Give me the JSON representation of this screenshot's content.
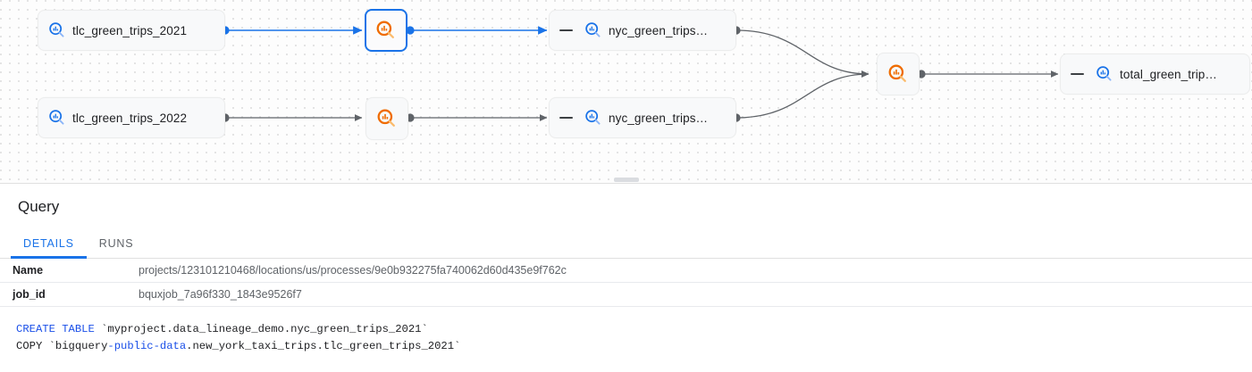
{
  "graph": {
    "nodes": [
      {
        "id": "tlc2021",
        "type": "table",
        "label": "tlc_green_trips_2021",
        "icon": "bigquery-table-icon",
        "selected": false,
        "collapsible": false
      },
      {
        "id": "tlc2022",
        "type": "table",
        "label": "tlc_green_trips_2022",
        "icon": "bigquery-table-icon",
        "selected": false,
        "collapsible": false
      },
      {
        "id": "proc1",
        "type": "process",
        "label": "",
        "icon": "bigquery-process-icon",
        "selected": true,
        "collapsible": false
      },
      {
        "id": "proc2",
        "type": "process",
        "label": "",
        "icon": "bigquery-process-icon",
        "selected": false,
        "collapsible": false
      },
      {
        "id": "nyc1",
        "type": "table",
        "label": "nyc_green_trips…",
        "icon": "bigquery-table-icon",
        "selected": false,
        "collapsible": true
      },
      {
        "id": "nyc2",
        "type": "table",
        "label": "nyc_green_trips…",
        "icon": "bigquery-table-icon",
        "selected": false,
        "collapsible": true
      },
      {
        "id": "proc3",
        "type": "process",
        "label": "",
        "icon": "bigquery-process-icon",
        "selected": false,
        "collapsible": false
      },
      {
        "id": "total",
        "type": "table",
        "label": "total_green_trip…",
        "icon": "bigquery-table-icon",
        "selected": false,
        "collapsible": true
      }
    ],
    "colors": {
      "edge_default": "#5f6368",
      "edge_highlight": "#1a73e8",
      "table_icon": "#1a73e8",
      "process_icon": "#ef6c00",
      "selection": "#1a73e8",
      "node_background": "#f8f9fa"
    }
  },
  "panel": {
    "title": "Query",
    "drag_handle": "resize-handle",
    "tabs": [
      {
        "id": "details",
        "label": "DETAILS",
        "active": true
      },
      {
        "id": "runs",
        "label": "RUNS",
        "active": false
      }
    ],
    "details": [
      {
        "key": "Name",
        "value": "projects/123101210468/locations/us/processes/9e0b932275fa740062d60d435e9f762c"
      },
      {
        "key": "job_id",
        "value": "bquxjob_7a96f330_1843e9526f7"
      }
    ],
    "sql": {
      "line1_keyword": "CREATE TABLE",
      "line1_rest": " `myproject.data_lineage_demo.nyc_green_trips_2021`",
      "line2_prefix": "COPY `bigquery",
      "line2_highlight": "-public-data",
      "line2_rest": ".new_york_taxi_trips.tlc_green_trips_2021`"
    }
  }
}
